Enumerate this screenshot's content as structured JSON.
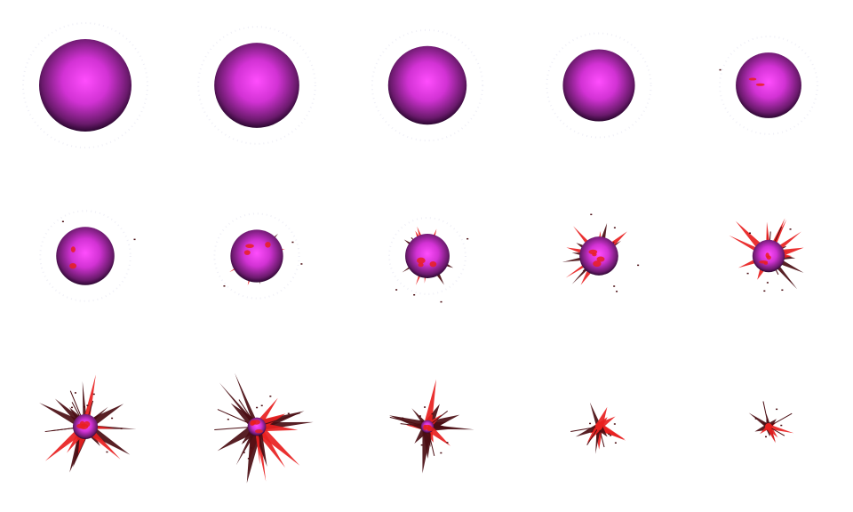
{
  "sprite_sheet": {
    "background": "#ffffff",
    "columns": 5,
    "rows": 3,
    "colors": {
      "orb_highlight": "#ff4dfd",
      "orb_mid": "#d232d4",
      "orb_dark": "#3c0a3f",
      "burst_red": "#e8201f",
      "burst_dark": "#4a0d12",
      "halo": "#eeeef6"
    },
    "frames": [
      {
        "orb": 1.0,
        "burst": 0.0,
        "halo": true
      },
      {
        "orb": 0.92,
        "burst": 0.0,
        "halo": true
      },
      {
        "orb": 0.85,
        "burst": 0.0,
        "halo": true
      },
      {
        "orb": 0.78,
        "burst": 0.02,
        "halo": true
      },
      {
        "orb": 0.71,
        "burst": 0.06,
        "halo": true
      },
      {
        "orb": 0.63,
        "burst": 0.16,
        "halo": true
      },
      {
        "orb": 0.57,
        "burst": 0.26,
        "halo": true
      },
      {
        "orb": 0.48,
        "burst": 0.38,
        "halo": true
      },
      {
        "orb": 0.42,
        "burst": 0.5,
        "halo": false
      },
      {
        "orb": 0.35,
        "burst": 0.62,
        "halo": false
      },
      {
        "orb": 0.27,
        "burst": 0.78,
        "halo": false
      },
      {
        "orb": 0.2,
        "burst": 0.85,
        "halo": false
      },
      {
        "orb": 0.14,
        "burst": 0.72,
        "halo": false
      },
      {
        "orb": 0.0,
        "burst": 0.55,
        "halo": false
      },
      {
        "orb": 0.0,
        "burst": 0.42,
        "halo": false
      }
    ]
  }
}
